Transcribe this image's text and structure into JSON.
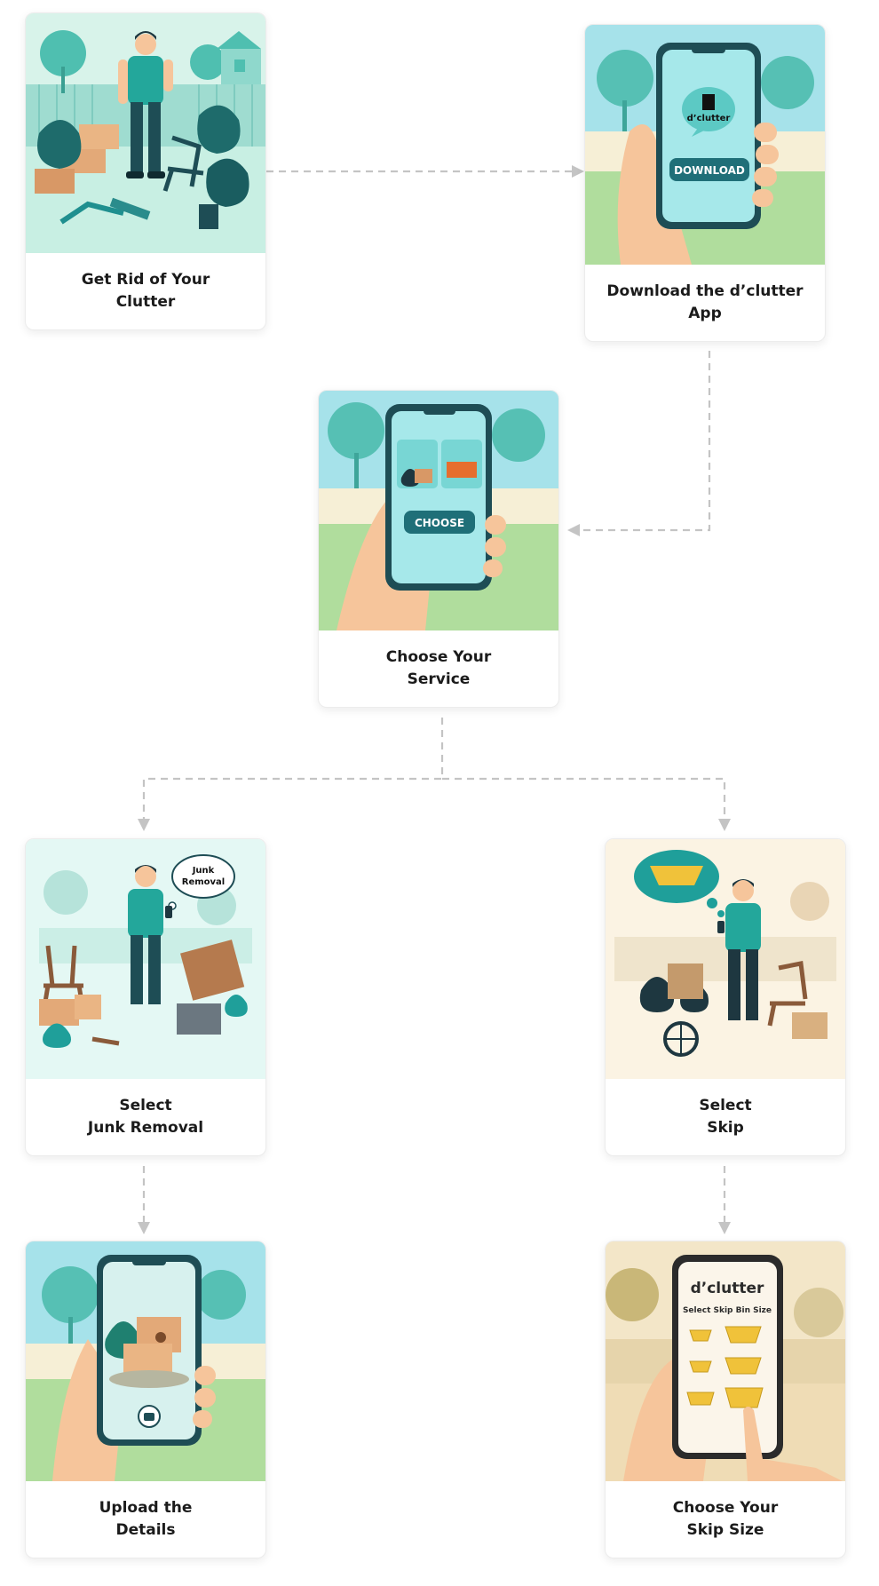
{
  "steps": {
    "get_rid": {
      "label": "Get Rid of Your\nClutter"
    },
    "download": {
      "label": "Download the d’clutter\nApp",
      "phone_brand": "d’clutter",
      "button": "DOWNLOAD"
    },
    "choose_service": {
      "label": "Choose Your\nService",
      "button": "CHOOSE"
    },
    "junk_removal": {
      "label": "Select\nJunk Removal",
      "bubble_line1": "Junk",
      "bubble_line2": "Removal"
    },
    "skip": {
      "label": "Select\nSkip"
    },
    "upload": {
      "label": "Upload the\nDetails"
    },
    "skip_size": {
      "label": "Choose Your\nSkip Size",
      "phone_brand": "d’clutter",
      "phone_title": "Select Skip Bin Size"
    }
  },
  "colors": {
    "teal": "#1f8f8f",
    "dark_teal": "#1e4d55",
    "mint": "#c8efe3",
    "sky": "#a6e2ea",
    "grass": "#b0dd9d",
    "fence": "#f6efd6",
    "skin": "#f6c59b",
    "box": "#e3a978",
    "yellow_skip": "#f0c23a",
    "connector": "#c4c4c4"
  }
}
